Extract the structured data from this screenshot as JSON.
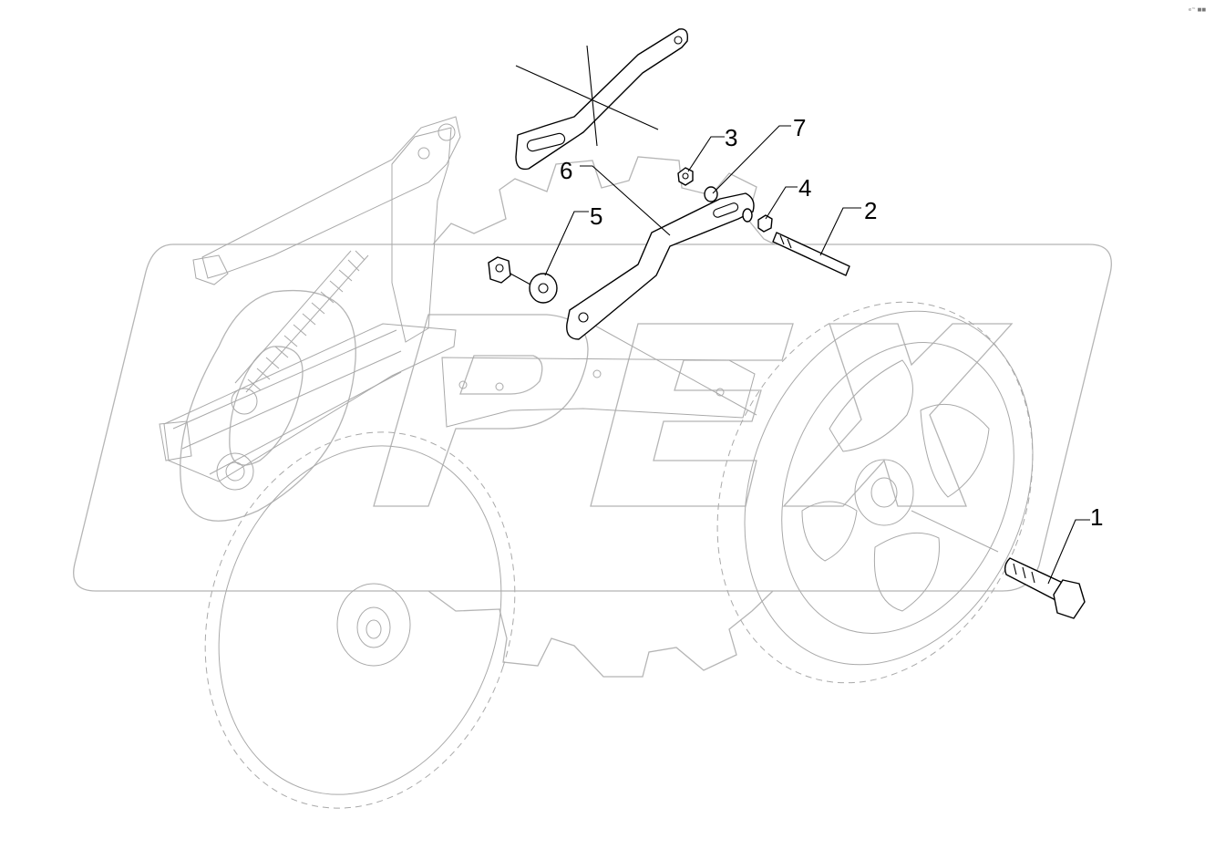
{
  "diagram": {
    "watermark": "OPEX",
    "corner_mark": "e™ ■■",
    "callouts": [
      {
        "id": "c1",
        "label": "1"
      },
      {
        "id": "c2",
        "label": "2"
      },
      {
        "id": "c3",
        "label": "3"
      },
      {
        "id": "c4",
        "label": "4"
      },
      {
        "id": "c5",
        "label": "5"
      },
      {
        "id": "c6",
        "label": "6"
      },
      {
        "id": "c7",
        "label": "7"
      }
    ],
    "colors": {
      "line": "#000000",
      "ghost": "#a9a9a9",
      "watermark": "#b5b5b5",
      "background": "#ffffff"
    }
  }
}
